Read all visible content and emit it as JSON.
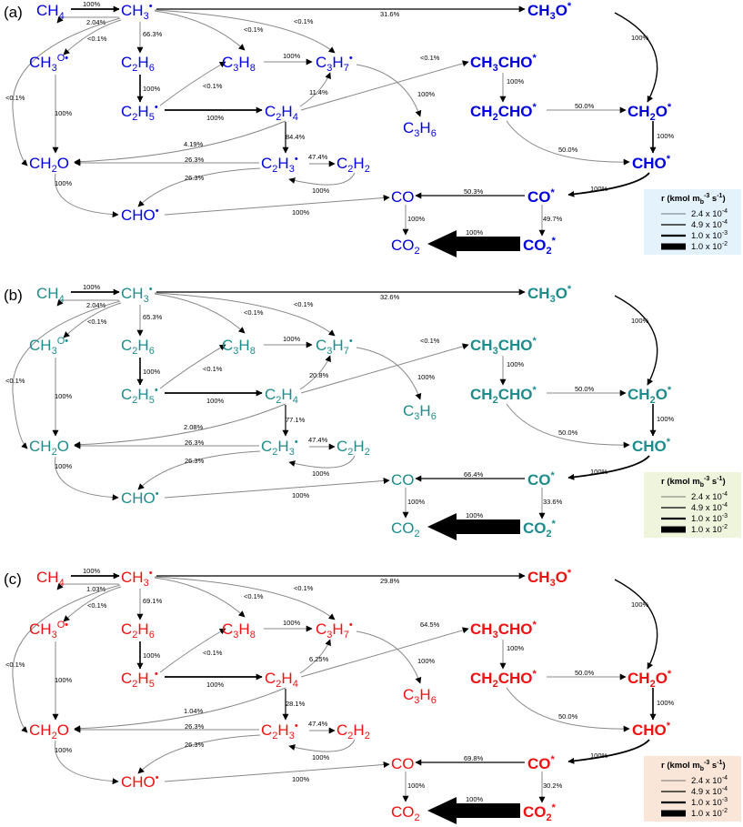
{
  "panels": [
    {
      "label": "(a)",
      "color": "#0000dd",
      "legend_bg": "#e4f2fb",
      "rates": {
        "ch4_ch3": "100%",
        "ch3_ch4": "2.04%",
        "ch3_ch3o_g": "<0.1%",
        "ch3_ch2o": "<0.1%",
        "ch3_c2h6": "66.3%",
        "ch3_c3h8": "<0.1%",
        "ch3_c3h7": "<0.1%",
        "ch3_ch3os": "31.6%",
        "ch3o_ch2o": "100%",
        "c2h6_c2h5": "100%",
        "c2h5_c3h8": "<0.1%",
        "c2h5_c2h4": "100%",
        "c3h8_c3h7": "100%",
        "c2h4_c3h7": "11.4%",
        "c2h4_ch3cho": "<0.1%",
        "c3h7_c3h6": "100%",
        "c2h4_ch2o": "4.19%",
        "c2h4_c2h3": "84.4%",
        "c2h3_ch2o": "26.3%",
        "c2h3_c2h2": "47.4%",
        "c2h2_c2h3": "100%",
        "c2h3_cho": "26.3%",
        "ch2o_cho": "100%",
        "cho_co": "100%",
        "ch3cho_ch2cho": "100%",
        "ch2cho_ch2o": "50.0%",
        "ch2cho_cho": "50.0%",
        "ch3os_ch2os": "100%",
        "ch2os_chos": "100%",
        "chos_cos": "100%",
        "cos_co": "50.3%",
        "cos_co2s": "49.7%",
        "co_co2": "100%",
        "co2s_co2": "100%"
      }
    },
    {
      "label": "(b)",
      "color": "#1e8c8c",
      "legend_bg": "#eef5dc",
      "rates": {
        "ch4_ch3": "100%",
        "ch3_ch4": "2.04%",
        "ch3_ch3o_g": "<0.1%",
        "ch3_ch2o": "<0.1%",
        "ch3_c2h6": "65.3%",
        "ch3_c3h8": "<0.1%",
        "ch3_c3h7": "<0.1%",
        "ch3_ch3os": "32.6%",
        "ch3o_ch2o": "100%",
        "c2h6_c2h5": "100%",
        "c2h5_c3h8": "<0.1%",
        "c2h5_c2h4": "100%",
        "c3h8_c3h7": "100%",
        "c2h4_c3h7": "20.8%",
        "c2h4_ch3cho": "<0.1%",
        "c3h7_c3h6": "100%",
        "c2h4_ch2o": "2.08%",
        "c2h4_c2h3": "77.1%",
        "c2h3_ch2o": "26.3%",
        "c2h3_c2h2": "47.4%",
        "c2h2_c2h3": "100%",
        "c2h3_cho": "26.3%",
        "ch2o_cho": "100%",
        "cho_co": "100%",
        "ch3cho_ch2cho": "100%",
        "ch2cho_ch2o": "50.0%",
        "ch2cho_cho": "50.0%",
        "ch3os_ch2os": "100%",
        "ch2os_chos": "100%",
        "chos_cos": "100%",
        "cos_co": "66.4%",
        "cos_co2s": "33.6%",
        "co_co2": "100%",
        "co2s_co2": "100%"
      }
    },
    {
      "label": "(c)",
      "color": "#ee1111",
      "legend_bg": "#f9e6d8",
      "rates": {
        "ch4_ch3": "100%",
        "ch3_ch4": "1.03%",
        "ch3_ch3o_g": "<0.1%",
        "ch3_ch2o": "<0.1%",
        "ch3_c2h6": "69.1%",
        "ch3_c3h8": "<0.1%",
        "ch3_c3h7": "<0.1%",
        "ch3_ch3os": "29.8%",
        "ch3o_ch2o": "100%",
        "c2h6_c2h5": "100%",
        "c2h5_c3h8": "<0.1%",
        "c2h5_c2h4": "100%",
        "c3h8_c3h7": "100%",
        "c2h4_c3h7": "6.25%",
        "c2h4_ch3cho": "64.5%",
        "c3h7_c3h6": "100%",
        "c2h4_ch2o": "1.04%",
        "c2h4_c2h3": "28.1%",
        "c2h3_ch2o": "26.3%",
        "c2h3_c2h2": "47.4%",
        "c2h2_c2h3": "100%",
        "c2h3_cho": "26.3%",
        "ch2o_cho": "100%",
        "cho_co": "100%",
        "ch3cho_ch2cho": "100%",
        "ch2cho_ch2o": "50.0%",
        "ch2cho_cho": "50.0%",
        "ch3os_ch2os": "100%",
        "ch2os_chos": "100%",
        "chos_cos": "100%",
        "cos_co": "69.8%",
        "cos_co2s": "30.2%",
        "co_co2": "100%",
        "co2s_co2": "100%"
      }
    }
  ],
  "species": {
    "ch4": {
      "base": "CH",
      "sub": "4",
      "sup": "",
      "bold": false
    },
    "ch3": {
      "base": "CH",
      "sub": "3",
      "sup": "•",
      "bold": false
    },
    "ch3o": {
      "base": "CH",
      "sub": "3",
      "sup": "O•",
      "bold": false
    },
    "c2h6": {
      "base": "C",
      "sub": "2",
      "sup": "",
      "tail": "H",
      "sub2": "6",
      "bold": false
    },
    "c2h5": {
      "base": "C",
      "sub": "2",
      "tail": "H",
      "sub2": "5",
      "sup": "•",
      "bold": false
    },
    "c3h8": {
      "base": "C",
      "sub": "3",
      "tail": "H",
      "sub2": "8",
      "sup": "",
      "bold": false
    },
    "c3h7": {
      "base": "C",
      "sub": "3",
      "tail": "H",
      "sub2": "7",
      "sup": "•",
      "bold": false
    },
    "c2h4": {
      "base": "C",
      "sub": "2",
      "tail": "H",
      "sub2": "4",
      "sup": "",
      "bold": false
    },
    "c3h6": {
      "base": "C",
      "sub": "3",
      "tail": "H",
      "sub2": "6",
      "sup": "",
      "bold": false
    },
    "ch2o": {
      "base": "CH",
      "sub": "2",
      "tail": "O",
      "sub2": "",
      "sup": "",
      "bold": false
    },
    "c2h3": {
      "base": "C",
      "sub": "2",
      "tail": "H",
      "sub2": "3",
      "sup": "•",
      "bold": false
    },
    "c2h2": {
      "base": "C",
      "sub": "2",
      "tail": "H",
      "sub2": "2",
      "sup": "",
      "bold": false
    },
    "cho": {
      "base": "CHO",
      "sub": "",
      "sup": "•",
      "bold": false
    },
    "co": {
      "base": "CO",
      "sub": "",
      "sup": "",
      "bold": false
    },
    "co2": {
      "base": "CO",
      "sub": "2",
      "sup": "",
      "bold": false
    },
    "ch3os": {
      "base": "CH",
      "sub": "3",
      "tail": "O",
      "sub2": "",
      "sup": "*",
      "bold": true
    },
    "ch3chos": {
      "base": "CH",
      "sub": "3",
      "tail": "CHO",
      "sub2": "",
      "sup": "*",
      "bold": true
    },
    "ch2chos": {
      "base": "CH",
      "sub": "2",
      "tail": "CHO",
      "sub2": "",
      "sup": "*",
      "bold": true
    },
    "ch2os": {
      "base": "CH",
      "sub": "2",
      "tail": "O",
      "sub2": "",
      "sup": "*",
      "bold": true
    },
    "chos": {
      "base": "CHO",
      "sub": "",
      "sup": "*",
      "bold": true
    },
    "cos": {
      "base": "CO",
      "sub": "",
      "sup": "*",
      "bold": true
    },
    "co2s": {
      "base": "CO",
      "sub": "2",
      "sup": "*",
      "bold": true
    }
  },
  "legend": {
    "title_parts": [
      "r (kmol m",
      "b",
      "-3",
      " s",
      "-1",
      ")"
    ],
    "items": [
      {
        "mant": "2.4 x 10",
        "exp": "-4"
      },
      {
        "mant": "4.9 x 10",
        "exp": "-4"
      },
      {
        "mant": "1.0 x 10",
        "exp": "-3"
      },
      {
        "mant": "1.0 x 10",
        "exp": "-2"
      }
    ]
  }
}
